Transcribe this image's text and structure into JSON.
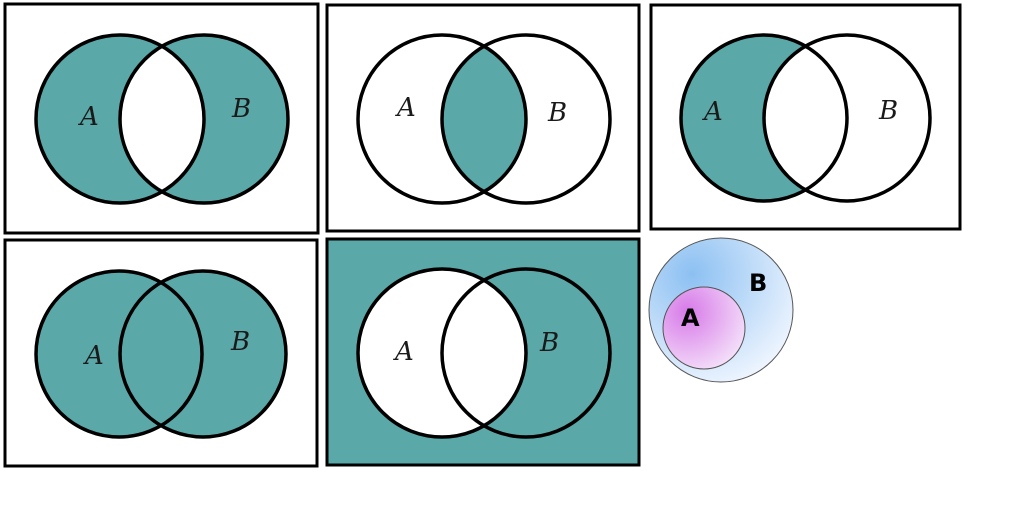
{
  "colors": {
    "shade": "#5aa8a8",
    "stroke": "#000000",
    "background": "#ffffff"
  },
  "panels": [
    {
      "operation": "symmetric difference",
      "label_a": "A",
      "label_b": "B"
    },
    {
      "operation": "intersection",
      "label_a": "A",
      "label_b": "B"
    },
    {
      "operation": "A minus B",
      "label_a": "A",
      "label_b": "B"
    },
    {
      "operation": "union",
      "label_a": "A",
      "label_b": "B"
    },
    {
      "operation": "complement of A",
      "label_a": "A",
      "label_b": "B"
    }
  ],
  "subset_diagram": {
    "outer_label": "B",
    "inner_label": "A"
  }
}
